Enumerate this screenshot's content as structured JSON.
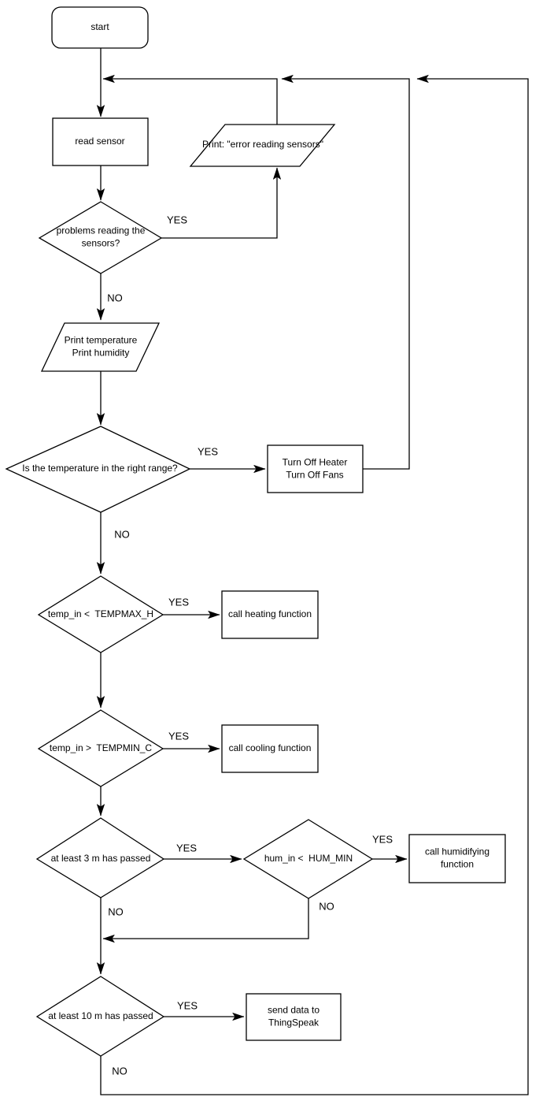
{
  "diagram": {
    "background_color": "#ffffff",
    "stroke_color": "#000000",
    "nodes": {
      "start": "start",
      "read_sensor": "read sensor",
      "print_error": "Print: \"error reading sensors\"",
      "problems": "problems reading the\nsensors?",
      "print_temp": "Print temperature\nPrint humidity",
      "temp_range": "Is the temperature in the right range?",
      "turn_off": "Turn Off Heater\nTurn Off Fans",
      "tempmax_check": "temp_in <  TEMPMAX_H",
      "call_heating": "call heating function",
      "tempmin_check": "temp_in >  TEMPMIN_C",
      "call_cooling": "call cooling function",
      "passed_3m": "at least 3 m has passed",
      "hum_check": "hum_in <  HUM_MIN",
      "call_humidifying": "call humidifying\nfunction",
      "passed_10m": "at least 10 m has passed",
      "send_data": "send data to\nThingSpeak"
    },
    "edge_labels": {
      "problems_yes": "YES",
      "problems_no": "NO",
      "range_yes": "YES",
      "range_no": "NO",
      "tempmax_yes": "YES",
      "tempmin_yes": "YES",
      "m3_yes": "YES",
      "m3_no": "NO",
      "hum_yes": "YES",
      "hum_no": "NO",
      "m10_yes": "YES",
      "m10_no": "NO"
    }
  }
}
